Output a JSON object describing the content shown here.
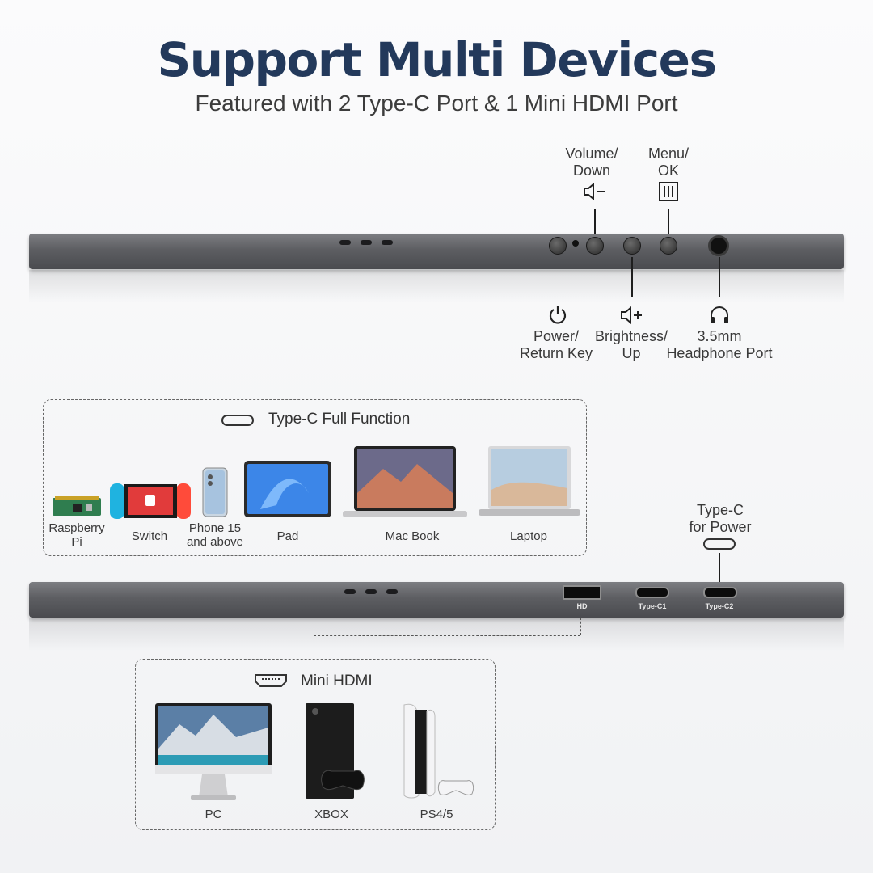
{
  "header": {
    "title": "Support Multi Devices",
    "subtitle": "Featured with 2 Type-C Port & 1 Mini HDMI Port"
  },
  "top_labels": {
    "volume": [
      "Volume/",
      "Down"
    ],
    "menu": [
      "Menu/",
      "OK"
    ],
    "power": [
      "Power/",
      "Return Key"
    ],
    "brightness": [
      "Brightness/",
      "Up"
    ],
    "headphone": [
      "3.5mm",
      "Headphone Port"
    ]
  },
  "typec_box": {
    "heading": "Type-C Full Function",
    "devices": [
      {
        "label": [
          "Raspberry",
          "Pi"
        ],
        "icon": "raspberry-pi"
      },
      {
        "label": [
          "Switch"
        ],
        "icon": "nintendo-switch"
      },
      {
        "label": [
          "Phone 15",
          "and above"
        ],
        "icon": "phone"
      },
      {
        "label": [
          "Pad"
        ],
        "icon": "tablet"
      },
      {
        "label": [
          "Mac Book"
        ],
        "icon": "macbook"
      },
      {
        "label": [
          "Laptop"
        ],
        "icon": "laptop"
      }
    ]
  },
  "typec_power": {
    "label": [
      "Type-C",
      "for Power"
    ]
  },
  "ports": {
    "hdmi": "HD",
    "typec1": "Type-C1",
    "typec2": "Type-C2"
  },
  "hdmi_box": {
    "heading": "Mini HDMI",
    "devices": [
      {
        "label": "PC",
        "icon": "desktop-pc"
      },
      {
        "label": "XBOX",
        "icon": "xbox"
      },
      {
        "label": "PS4/5",
        "icon": "playstation"
      }
    ]
  },
  "colors": {
    "title": "#23395b",
    "monitor": "#5d5e62",
    "text": "#3a3a3a"
  }
}
